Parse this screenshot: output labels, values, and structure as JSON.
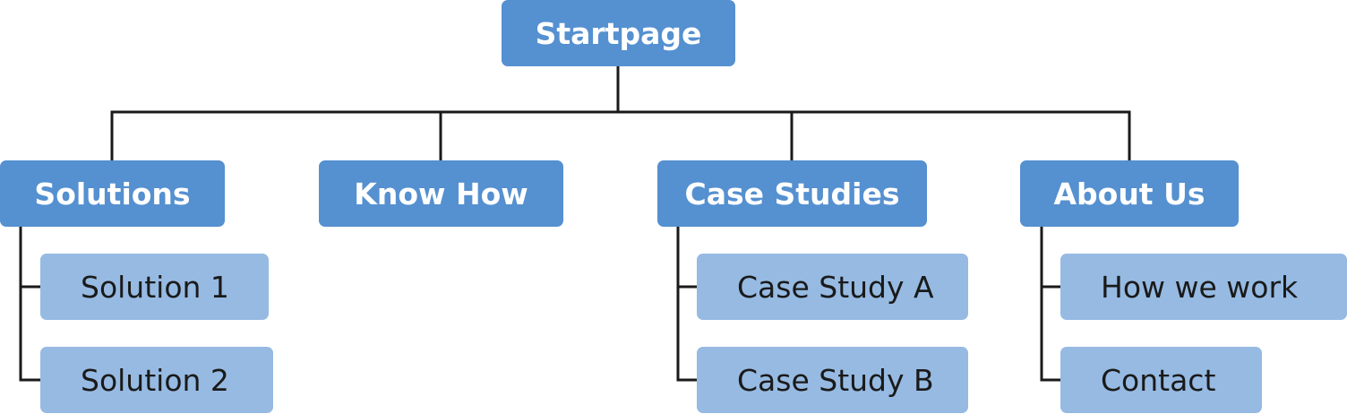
{
  "colors": {
    "main_node": "#5590d0",
    "child_node": "#96bae2",
    "connector": "#1a1a1a"
  },
  "root": {
    "label": "Startpage"
  },
  "sections": [
    {
      "label": "Solutions",
      "children": [
        "Solution 1",
        "Solution 2"
      ]
    },
    {
      "label": "Know How",
      "children": []
    },
    {
      "label": "Case Studies",
      "children": [
        "Case Study A",
        "Case Study B"
      ]
    },
    {
      "label": "About Us",
      "children": [
        "How we work",
        "Contact"
      ]
    }
  ]
}
